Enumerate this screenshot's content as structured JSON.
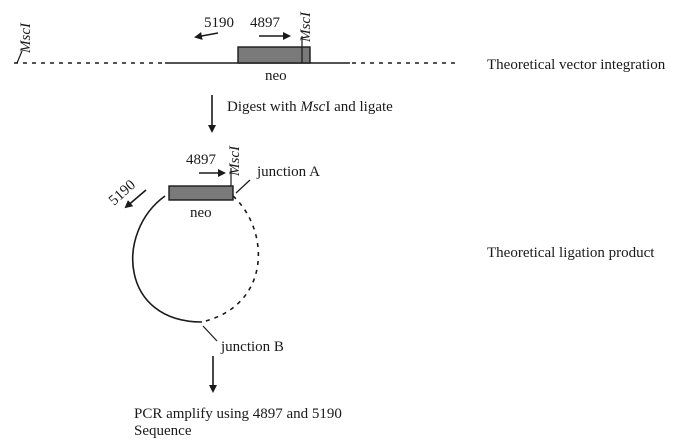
{
  "labels": {
    "mscI_site": "MscI",
    "primer_5190": "5190",
    "primer_4897": "4897",
    "neo": "neo",
    "integration": "Theoretical vector integration",
    "digest_prefix": "Digest with ",
    "digest_enzyme": "Msc",
    "digest_enzyme_suffix": "I",
    "digest_suffix": " and ligate",
    "junction_a": "junction A",
    "junction_b": "junction B",
    "ligation_product": "Theoretical ligation product",
    "pcr_step": "PCR amplify using 4897 and 5190",
    "sequence_step": "Sequence"
  }
}
